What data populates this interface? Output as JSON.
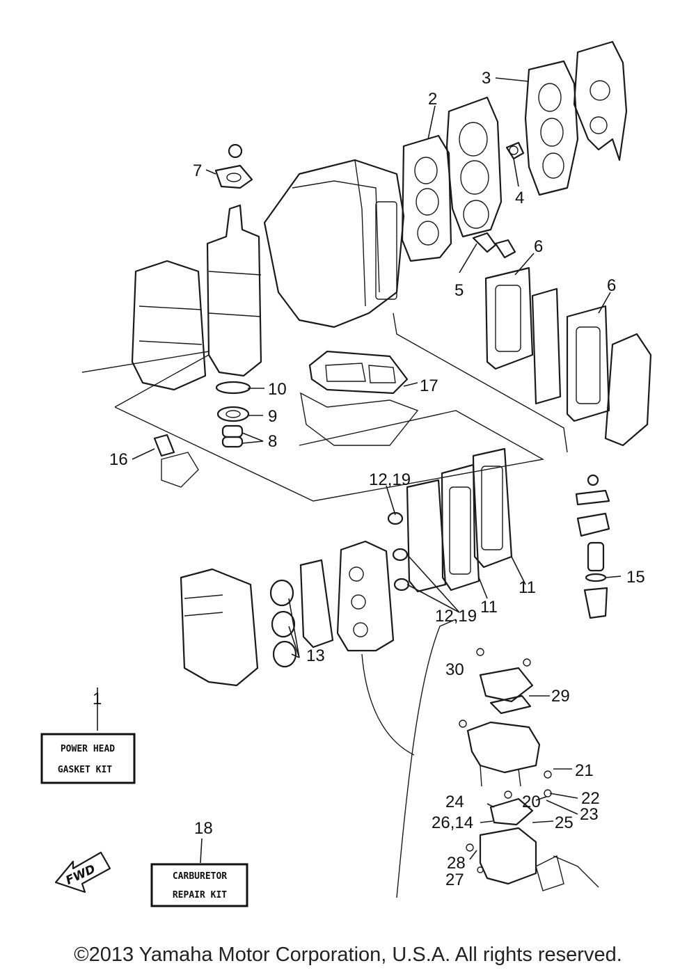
{
  "callouts": {
    "c1": "1",
    "c2": "2",
    "c3": "3",
    "c4": "4",
    "c5": "5",
    "c6a": "6",
    "c6b": "6",
    "c7": "7",
    "c8": "8",
    "c9": "9",
    "c10": "10",
    "c11a": "11",
    "c11b": "11",
    "c12a": "12,19",
    "c12b": "12,19",
    "c13": "13",
    "c15": "15",
    "c16": "16",
    "c17": "17",
    "c18": "18",
    "c20": "20",
    "c21": "21",
    "c22": "22",
    "c23": "23",
    "c24": "24",
    "c25": "25",
    "c26": "26,14",
    "c27": "27",
    "c28": "28",
    "c29": "29",
    "c30": "30"
  },
  "kits": {
    "power_head_line1": "POWER HEAD",
    "power_head_line2": "GASKET KIT",
    "carburetor_line1": "CARBURETOR",
    "carburetor_line2": "REPAIR KIT"
  },
  "fwd_label": "FWD",
  "copyright": "©2013 Yamaha Motor Corporation, U.S.A. All rights reserved."
}
